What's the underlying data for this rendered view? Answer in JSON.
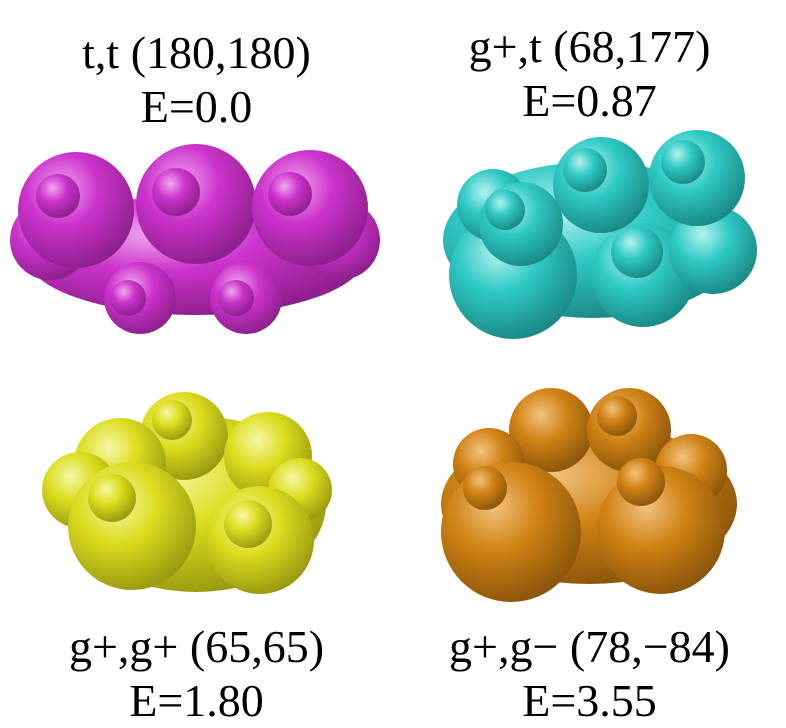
{
  "conformers": [
    {
      "name": "t,t (180,180)",
      "energy": "E=0.0",
      "color": "#cc33cc",
      "shade": "#8e1f8e",
      "highlight": "#f0a8f0"
    },
    {
      "name": "g+,t (68,177)",
      "energy": "E=0.87",
      "color": "#2ec9c4",
      "shade": "#1a8a86",
      "highlight": "#b4f2ef"
    },
    {
      "name": "g+,g+ (65,65)",
      "energy": "E=1.80",
      "color": "#dcdc1e",
      "shade": "#9a9a10",
      "highlight": "#f7f7a8"
    },
    {
      "name": "g+,g− (78,−84)",
      "energy": "E=3.55",
      "color": "#d08214",
      "shade": "#8c560a",
      "highlight": "#f2c27e"
    }
  ]
}
